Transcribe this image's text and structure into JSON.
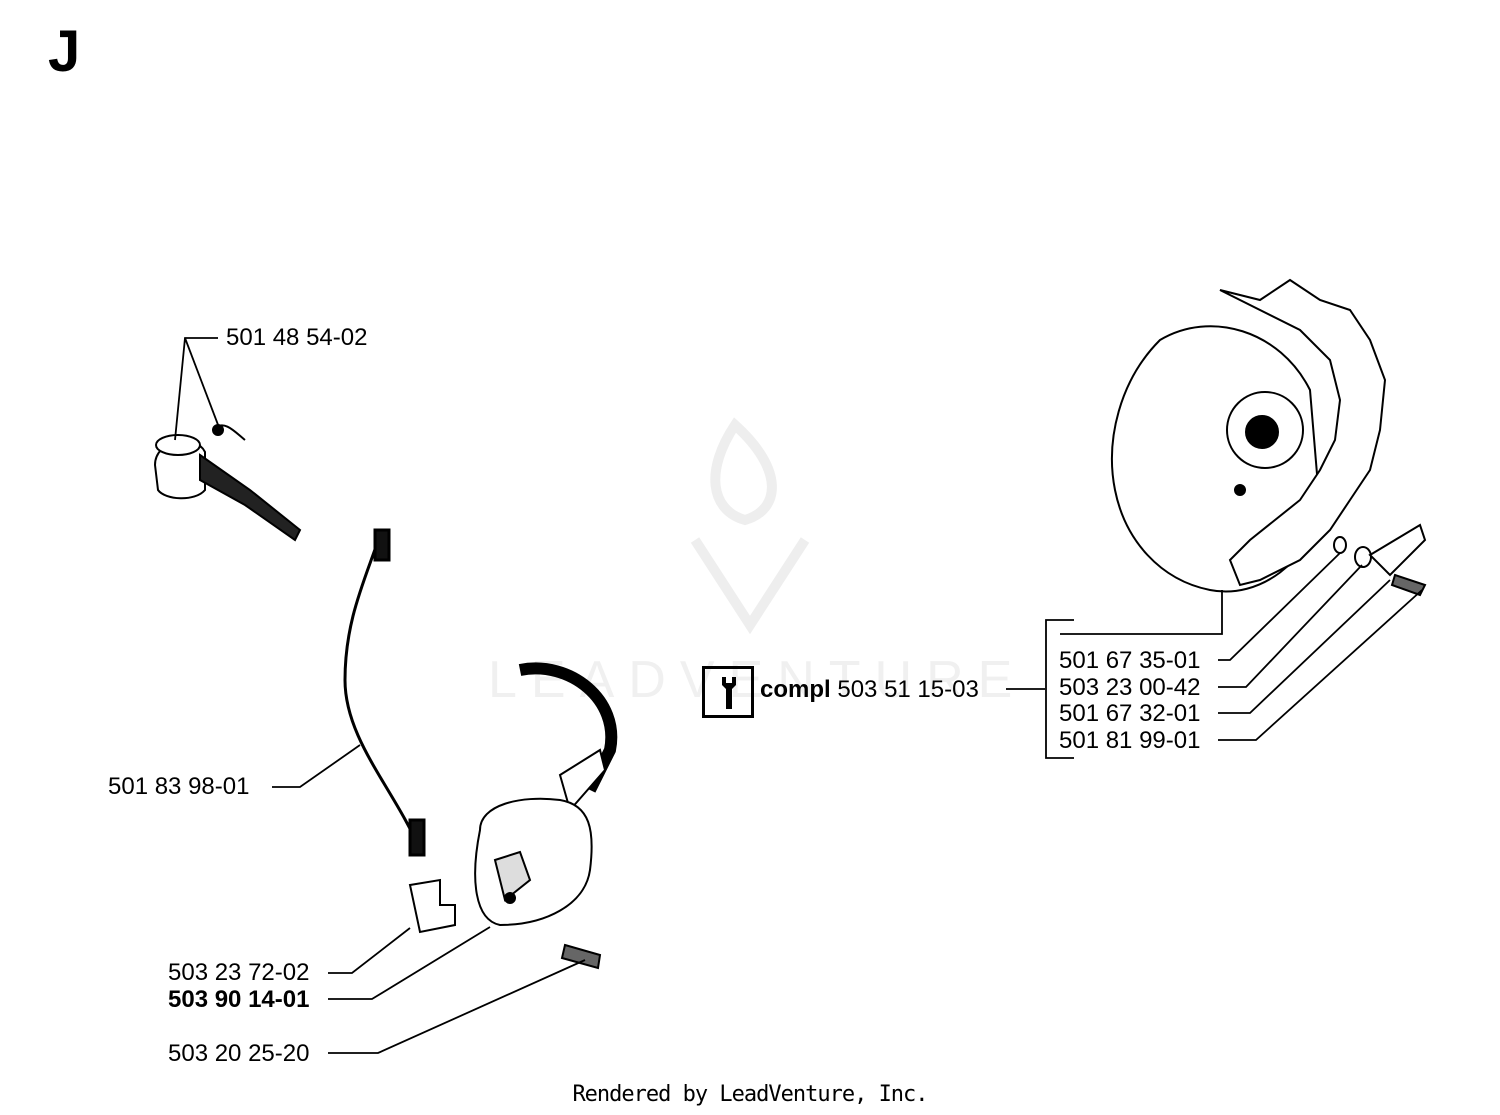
{
  "section_letter": "J",
  "watermark": {
    "text": "LEADVENTURE",
    "color": "#efefef"
  },
  "tool_icon": "wrench-icon",
  "parts": {
    "kill_switch": "501 48 54-02",
    "cable": "501 83 98-01",
    "spacer": "503 23 72-02",
    "ignition_module": "503 90 14-01",
    "screw_module": "503 20 25-20",
    "flywheel_compl_prefix": "compl",
    "flywheel_compl": "503 51 15-03",
    "flywheel": "501 67 35-01",
    "washer": "503 23 00-42",
    "pawl": "501 67 32-01",
    "screw_pawl": "501 81 99-01"
  },
  "footer": "Rendered by LeadVenture, Inc."
}
